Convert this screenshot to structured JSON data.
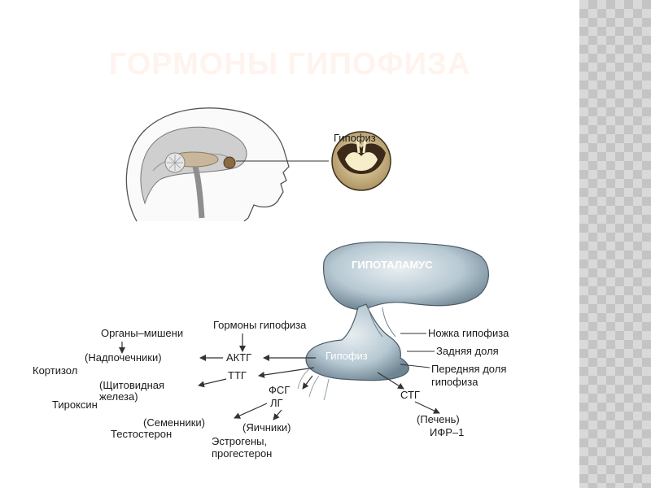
{
  "slide": {
    "title": "ГОРМОНЫ ГИПОФИЗА"
  },
  "head_figure": {
    "pituitary_label": "Гипофиз"
  },
  "diagram": {
    "hypothalamus": "ГИПОТАЛАМУС",
    "pituitary": "Гипофиз",
    "stalk": "Ножка гипофиза",
    "posterior_lobe": "Задняя доля",
    "anterior_lobe_line1": "Передняя доля",
    "anterior_lobe_line2": "гипофиза",
    "target_organs_header": "Органы–мишени",
    "hormones_header": "Гормоны гипофиза",
    "actg": "АКТГ",
    "adrenals": "(Надпочечники)",
    "cortisol": "Кортизол",
    "ttg": "ТТГ",
    "thyroid_line1": "(Щитовидная",
    "thyroid_line2": "железа)",
    "thyroxine": "Тироксин",
    "fsg": "ФСГ",
    "lg": "ЛГ",
    "testes": "(Семенники)",
    "testosterone": "Тестостерон",
    "ovaries": "(Яичники)",
    "estrogens_line1": "Эстрогены,",
    "estrogens_line2": "прогестерон",
    "stg": "СТГ",
    "liver": "(Печень)",
    "igf": "ИФР–1"
  },
  "colors": {
    "title": "#fff3ee",
    "side_pattern": "#d9d9d9",
    "gland": "#b8ccd6"
  }
}
